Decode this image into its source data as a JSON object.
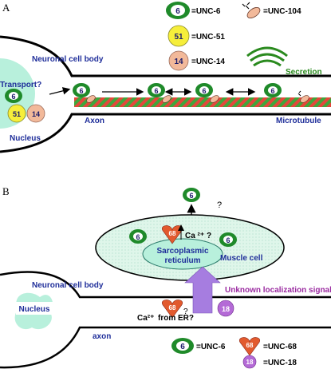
{
  "panelA": {
    "label": "A",
    "cell_body": "Neuronal cell body",
    "transport": "Transport?",
    "nucleus": "Nucleus",
    "axon": "Axon",
    "secretion": "Secretion",
    "microtubule": "Microtubule",
    "legend": {
      "unc6_num": "6",
      "unc6": "=UNC-6",
      "unc104": "=UNC-104",
      "unc51_num": "51",
      "unc51": "=UNC-51",
      "unc14_num": "14",
      "unc14": "=UNC-14"
    },
    "particle_nums": [
      "6",
      "51",
      "14",
      "6",
      "6",
      "6",
      "6"
    ]
  },
  "panelB": {
    "label": "B",
    "question_top": "?",
    "question_ca": "Ca ²⁺ ?",
    "sarco1": "Sarcoplasmic",
    "sarco2": "reticulum",
    "muscle": "Muscle cell",
    "cell_body": "Neuronal cell body",
    "nucleus": "Nucleus",
    "signal": "Unknown localization signal?",
    "ca_er1": "Ca²⁺",
    "ca_er2": "from ER?",
    "q68": "?",
    "axon": "axon",
    "particle_nums": [
      "6",
      "6",
      "68",
      "6",
      "68",
      "18"
    ],
    "legend": {
      "unc6_num": "6",
      "unc6": "=UNC-6",
      "unc68_num": "68",
      "unc68": "=UNC-68",
      "unc18_num": "18",
      "unc18": "=UNC-18"
    }
  },
  "colors": {
    "label_blue": "#1f2e9a",
    "secretion_green": "#2a8a1e",
    "cell_fill": "#d8f3e6",
    "nucleus_fill": "#b8f0dc",
    "unc6_ring": "#1f8a2a",
    "unc51_fill": "#f6ee3a",
    "unc14_fill": "#f2b99a",
    "unc68_fill": "#e25a2e",
    "unc18_fill": "#b46ad6",
    "arrow_lilac": "#a67de0",
    "microtubule_red": "#e4473a",
    "microtubule_green": "#3fa63a"
  }
}
